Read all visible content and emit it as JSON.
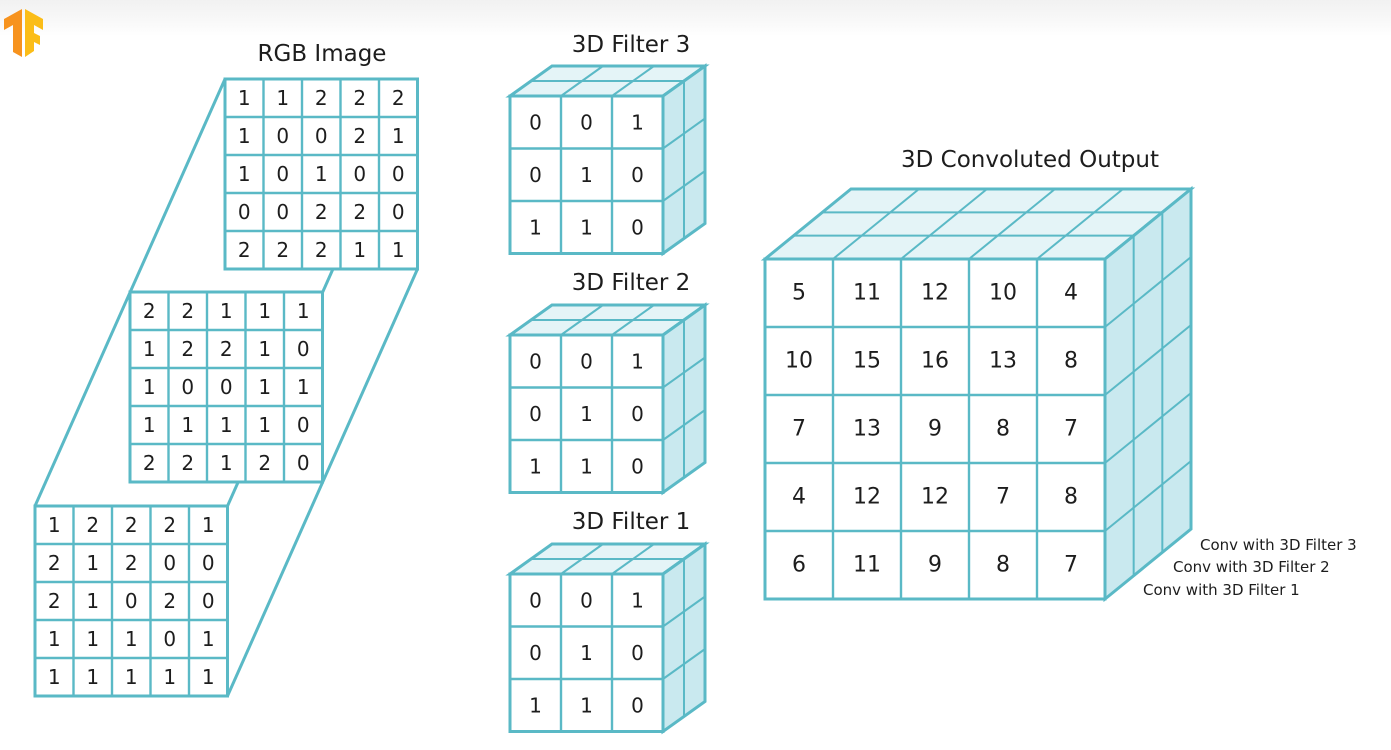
{
  "colors": {
    "line": "#5ab9c6",
    "face_fill": "#ffffff",
    "cube_fill_light": "#e4f4f7",
    "cube_fill_dark": "#c9e9ef",
    "text": "#1d1d1d",
    "logo_orange": "#f7931e",
    "logo_yellow": "#fbbd18"
  },
  "logo": {
    "icon": "tensorflow-logo"
  },
  "rgb_image": {
    "title": "RGB Image",
    "channels": [
      {
        "name": "back",
        "values": [
          [
            1,
            1,
            2,
            2,
            2
          ],
          [
            1,
            0,
            0,
            2,
            1
          ],
          [
            1,
            0,
            1,
            0,
            0
          ],
          [
            0,
            0,
            2,
            2,
            0
          ],
          [
            2,
            2,
            2,
            1,
            1
          ]
        ]
      },
      {
        "name": "middle",
        "values": [
          [
            2,
            2,
            1,
            1,
            1
          ],
          [
            1,
            2,
            2,
            1,
            0
          ],
          [
            1,
            0,
            0,
            1,
            1
          ],
          [
            1,
            1,
            1,
            1,
            0
          ],
          [
            2,
            2,
            1,
            2,
            0
          ]
        ]
      },
      {
        "name": "front",
        "values": [
          [
            1,
            2,
            2,
            2,
            1
          ],
          [
            2,
            1,
            2,
            0,
            0
          ],
          [
            2,
            1,
            0,
            2,
            0
          ],
          [
            1,
            1,
            1,
            0,
            1
          ],
          [
            1,
            1,
            1,
            1,
            1
          ]
        ]
      }
    ]
  },
  "filters": [
    {
      "title": "3D Filter 3",
      "values": [
        [
          0,
          0,
          1
        ],
        [
          0,
          1,
          0
        ],
        [
          1,
          1,
          0
        ]
      ]
    },
    {
      "title": "3D Filter 2",
      "values": [
        [
          0,
          0,
          1
        ],
        [
          0,
          1,
          0
        ],
        [
          1,
          1,
          0
        ]
      ]
    },
    {
      "title": "3D Filter 1",
      "values": [
        [
          0,
          0,
          1
        ],
        [
          0,
          1,
          0
        ],
        [
          1,
          1,
          0
        ]
      ]
    }
  ],
  "output": {
    "title": "3D Convoluted Output",
    "values": [
      [
        5,
        11,
        12,
        10,
        4
      ],
      [
        10,
        15,
        16,
        13,
        8
      ],
      [
        7,
        13,
        9,
        8,
        7
      ],
      [
        4,
        12,
        12,
        7,
        8
      ],
      [
        6,
        11,
        9,
        8,
        7
      ]
    ],
    "depth_labels": [
      "Conv with 3D Filter 3",
      "Conv with 3D Filter 2",
      "Conv with 3D Filter 1"
    ]
  }
}
